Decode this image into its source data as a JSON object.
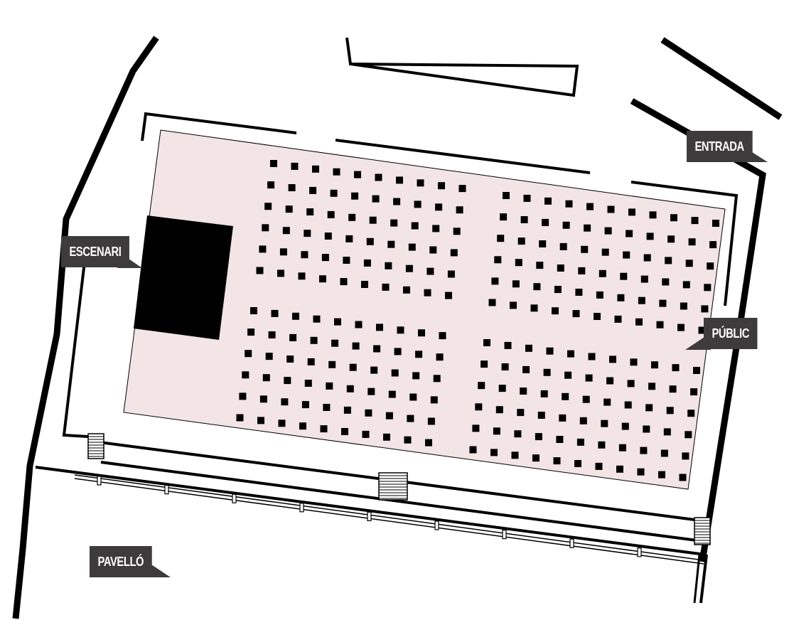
{
  "map": {
    "labels": {
      "entrada": "ENTRADA",
      "escenari": "ESCENARI",
      "public": "PÚBLIC",
      "pavello": "PAVELLÓ"
    },
    "colors": {
      "floor": "#f3e4e6",
      "walls": "#000000",
      "stage": "#000000",
      "seat": "#000000",
      "label_bg": "#3d3b3c",
      "label_text": "#ffffff"
    }
  }
}
